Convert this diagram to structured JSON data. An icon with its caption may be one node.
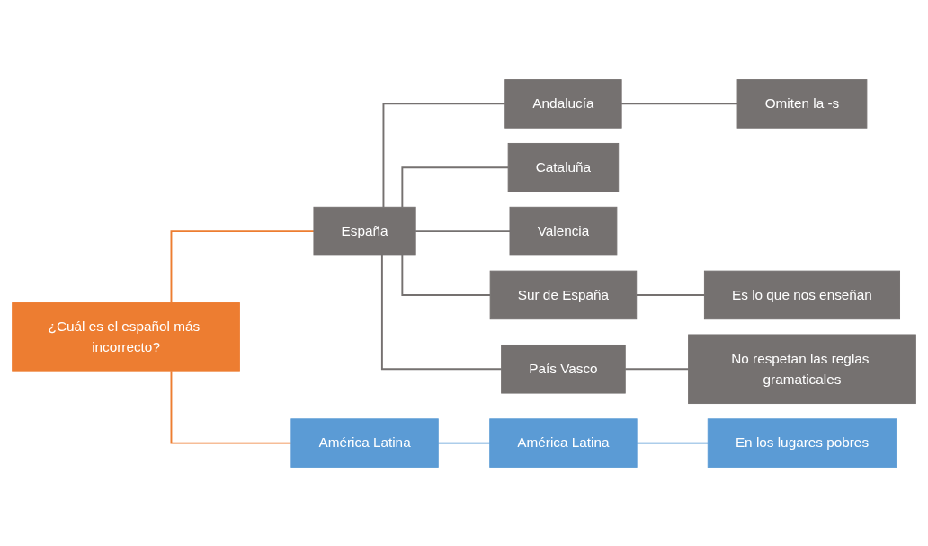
{
  "diagram": {
    "nodes": [
      {
        "text": [
          "¿Cuál es el español más incorrecto?"
        ]
      },
      {
        "text": [
          "España"
        ]
      },
      {
        "text": [
          "América Latina"
        ]
      },
      {
        "text": [
          "Andalucía"
        ]
      },
      {
        "text": [
          "Cataluña"
        ]
      },
      {
        "text": [
          "Valencia"
        ]
      },
      {
        "text": [
          "Sur de España"
        ]
      },
      {
        "text": [
          "País Vasco"
        ]
      },
      {
        "text": [
          "América Latina"
        ]
      },
      {
        "text": [
          "Omiten la -s"
        ]
      },
      {
        "text": [
          "Es lo que nos enseñan"
        ]
      },
      {
        "text": [
          "No respetan las reglas gramaticales"
        ]
      },
      {
        "text": [
          "En los lugares pobres"
        ]
      }
    ],
    "edges": [
      {
        "from": 0,
        "to": 1,
        "arrow": "none",
        "color": "#ed7d31"
      },
      {
        "from": 0,
        "to": 2,
        "arrow": "none",
        "color": "#ed7d31"
      },
      {
        "from": 1,
        "to": 3,
        "arrow": "none"
      },
      {
        "from": 1,
        "to": 4,
        "arrow": "none"
      },
      {
        "from": 1,
        "to": 5,
        "arrow": "none"
      },
      {
        "from": 1,
        "to": 6,
        "arrow": "none"
      },
      {
        "from": 1,
        "to": 7,
        "arrow": "none"
      },
      {
        "from": 2,
        "to": 8,
        "arrow": "none",
        "color": "#5b9bd5"
      },
      {
        "from": 3,
        "to": 9,
        "arrow": "none"
      },
      {
        "from": 6,
        "to": 10,
        "arrow": "none"
      },
      {
        "from": 7,
        "to": 11,
        "arrow": "none"
      },
      {
        "from": 8,
        "to": 12,
        "arrow": "none",
        "color": "#5b9bd5"
      }
    ]
  }
}
